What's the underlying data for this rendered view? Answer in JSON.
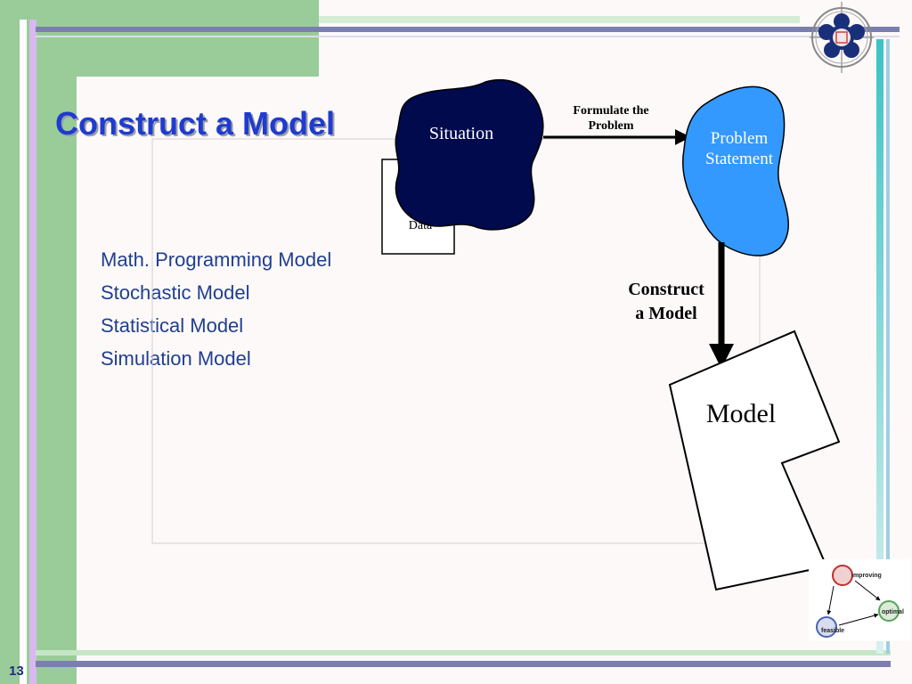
{
  "slide": {
    "title": "Construct a Model",
    "page_number": "13"
  },
  "bullets": [
    "Math. Programming Model",
    "Stochastic Model",
    "Statistical Model",
    "Simulation Model"
  ],
  "diagram": {
    "situation_label": "Situation",
    "data_label": "Data",
    "formulate_label": [
      "Formulate the",
      "Problem"
    ],
    "problem_label": [
      "Problem",
      "Statement"
    ],
    "construct_label": [
      "Construct",
      "a Model"
    ],
    "model_label": "Model",
    "colors": {
      "situation": "#000a4d",
      "problem": "#3399ff",
      "title": "#1f3bd0",
      "bullets": "#1f3f8f"
    }
  },
  "cycle": {
    "improving": "improving",
    "optimal": "optimal",
    "feasible": "feasible"
  }
}
